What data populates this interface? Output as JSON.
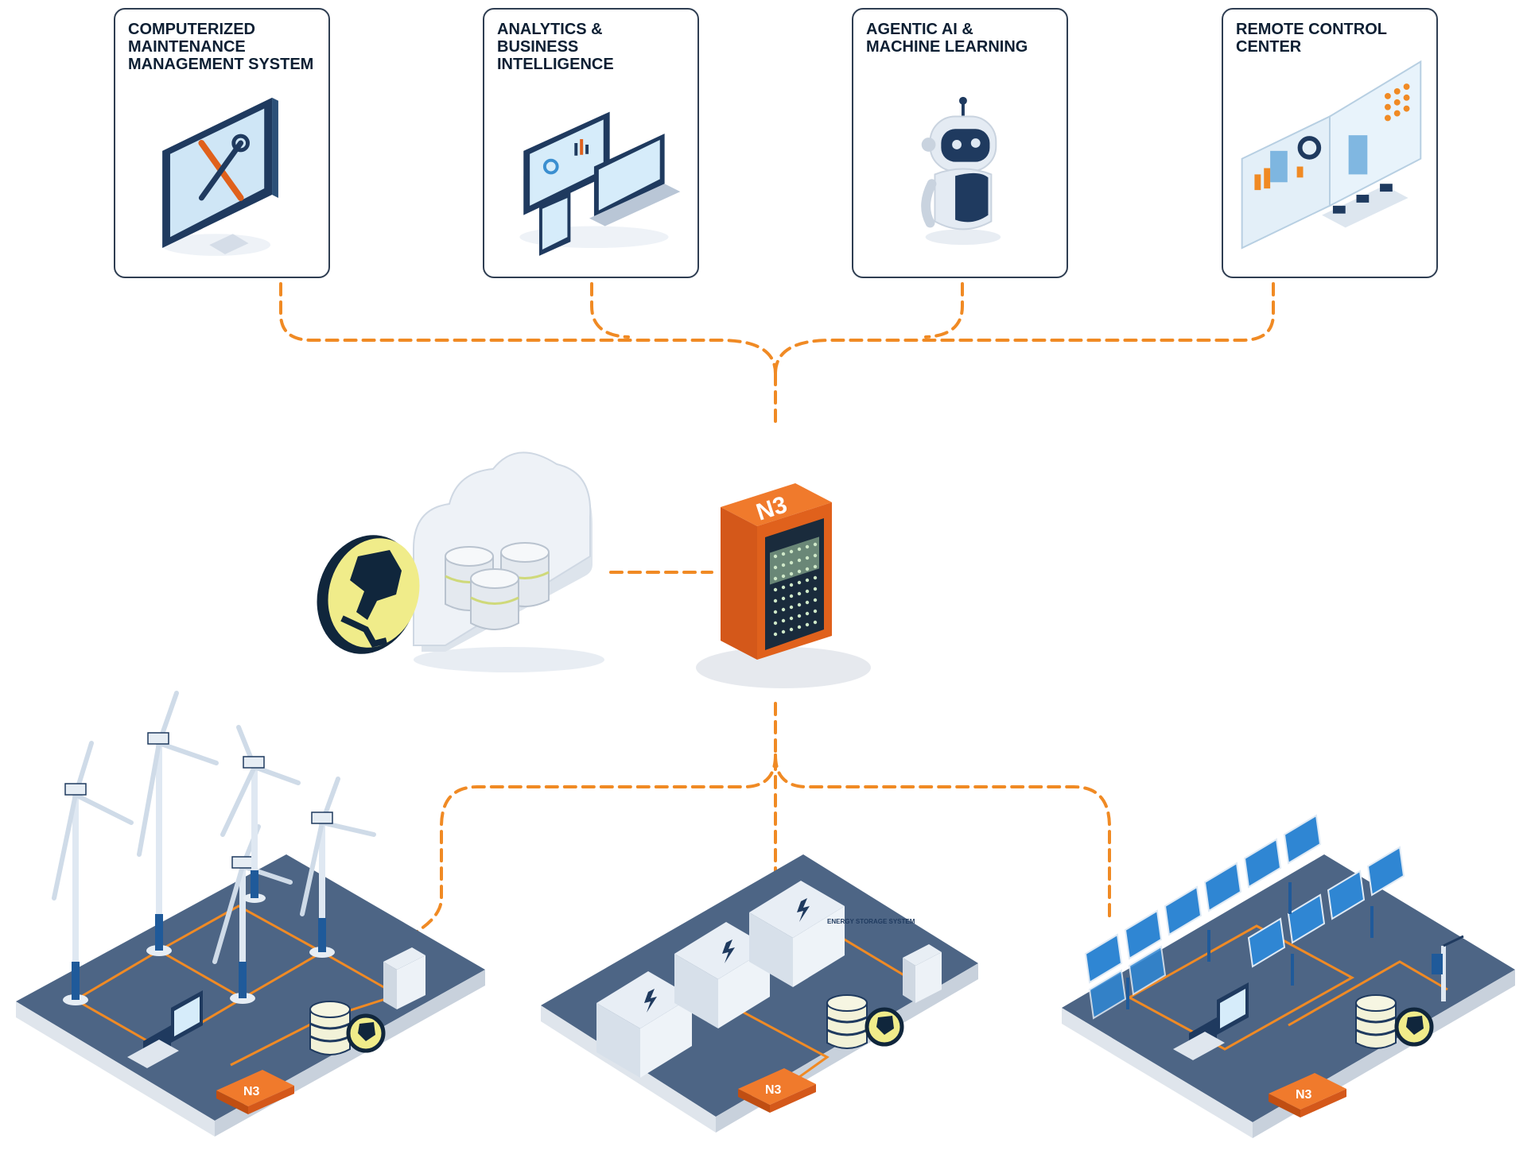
{
  "cards": [
    {
      "title": "COMPUTERIZED\nMAINTENANCE\nMANAGEMENT SYSTEM",
      "icon": "monitor-tools-icon"
    },
    {
      "title": "ANALYTICS & BUSINESS\nINTELLIGENCE",
      "icon": "dashboards-icon"
    },
    {
      "title": "AGENTIC AI &\nMACHINE LEARNING",
      "icon": "robot-icon"
    },
    {
      "title": "REMOTE CONTROL\nCENTER",
      "icon": "control-room-icon"
    }
  ],
  "server": {
    "logo": "N3"
  },
  "sites": [
    {
      "name": "wind-farm",
      "gateway_logo": "N3"
    },
    {
      "name": "energy-storage",
      "container_label": "ENERGY\nSTORAGE SYSTEM",
      "gateway_logo": "N3"
    },
    {
      "name": "solar-farm",
      "gateway_logo": "N3"
    }
  ],
  "colors": {
    "accent": "#f08a24",
    "dark_navy": "#1f3a5f",
    "platform": "#4d6585",
    "server": "#e0611c",
    "badge": "#f0ec8a"
  }
}
